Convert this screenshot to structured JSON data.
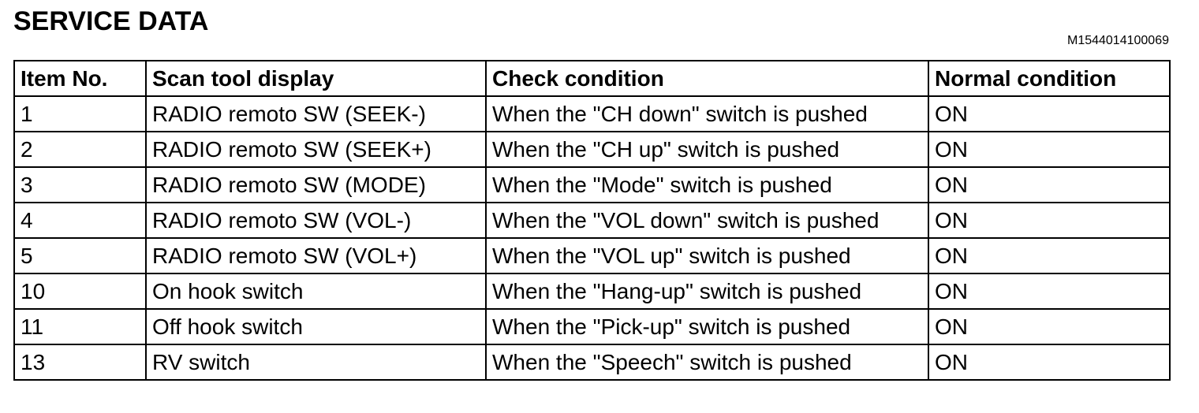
{
  "header": {
    "title": "SERVICE DATA",
    "code": "M1544014100069"
  },
  "table": {
    "columns": [
      "Item No.",
      "Scan tool display",
      "Check condition",
      "Normal condition"
    ],
    "rows": [
      [
        "1",
        "RADIO remoto SW (SEEK-)",
        "When the \"CH down\" switch is pushed",
        "ON"
      ],
      [
        "2",
        "RADIO remoto SW (SEEK+)",
        "When the \"CH up\" switch is pushed",
        "ON"
      ],
      [
        "3",
        "RADIO remoto SW (MODE)",
        "When the \"Mode\" switch is pushed",
        "ON"
      ],
      [
        "4",
        "RADIO remoto SW (VOL-)",
        "When the \"VOL down\" switch is pushed",
        "ON"
      ],
      [
        "5",
        "RADIO remoto SW (VOL+)",
        "When the \"VOL up\" switch is pushed",
        "ON"
      ],
      [
        "10",
        "On hook switch",
        "When the \"Hang-up\" switch is pushed",
        "ON"
      ],
      [
        "11",
        "Off hook switch",
        "When the \"Pick-up\" switch is pushed",
        "ON"
      ],
      [
        "13",
        "RV switch",
        "When the \"Speech\" switch is pushed",
        "ON"
      ]
    ]
  }
}
